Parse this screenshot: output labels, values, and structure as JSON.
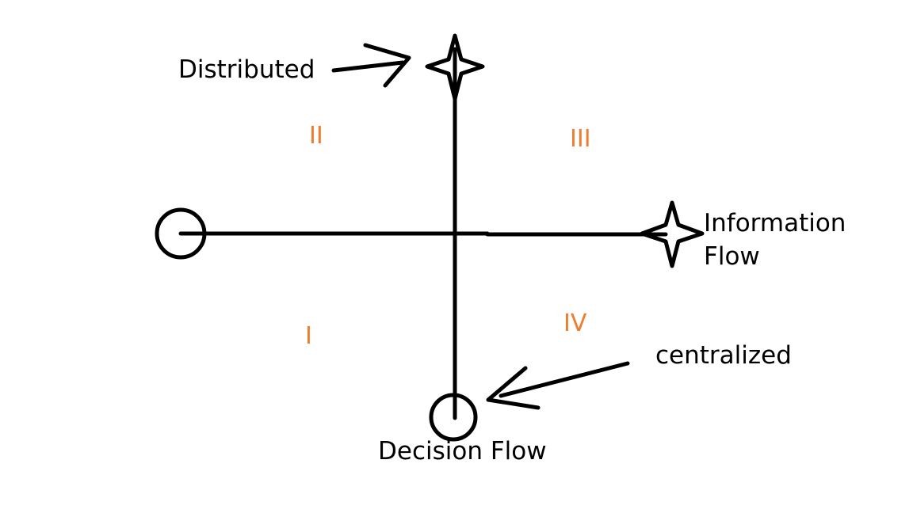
{
  "diagram": {
    "labels": {
      "distributed": "Distributed",
      "information_flow_line1": "Information",
      "information_flow_line2": "Flow",
      "centralized": "centralized",
      "decision_flow": "Decision Flow"
    },
    "quadrants": {
      "q1": "I",
      "q2": "II",
      "q3": "III",
      "q4": "IV"
    },
    "colors": {
      "ink": "#000000",
      "quadrant_label": "#ED7D31",
      "background": "#FFFFFF"
    }
  }
}
